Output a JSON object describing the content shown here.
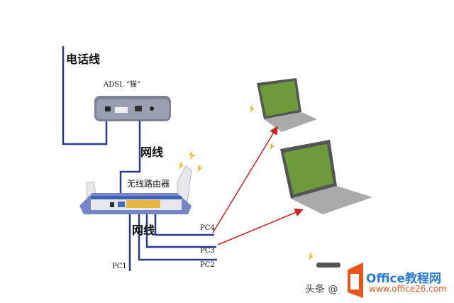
{
  "labels": {
    "phone_line": "电话线",
    "modem": "ADSL “猫”",
    "net_line_top": "网线",
    "router": "无线路由器",
    "net_line_bottom": "网线",
    "pc1": "PC1",
    "pc2": "PC2",
    "pc3": "PC3",
    "pc4": "PC4"
  },
  "watermark": {
    "source": "头条 @",
    "brand": "Office教程网",
    "url": "www.office26.com"
  },
  "colors": {
    "cable": "#2b3a8f",
    "arrow": "#cc1f1f",
    "brand": "#e8561c",
    "brand_text": "#2a7fd4"
  }
}
